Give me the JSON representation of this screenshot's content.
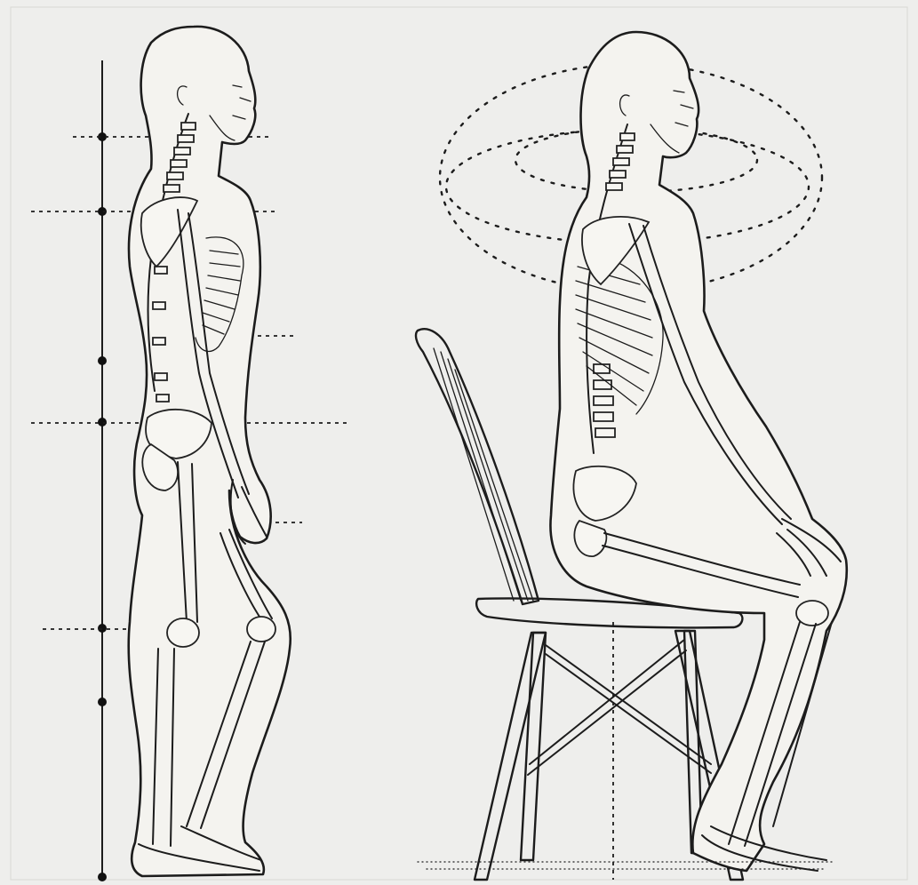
{
  "figure": {
    "background": "#eeeeec",
    "ink_color": "#1c1c1c",
    "panels": [
      {
        "name": "standing-posture",
        "guide_marker_count": 6
      },
      {
        "name": "seated-posture-on-chair",
        "rotation_rings": 3
      }
    ]
  }
}
